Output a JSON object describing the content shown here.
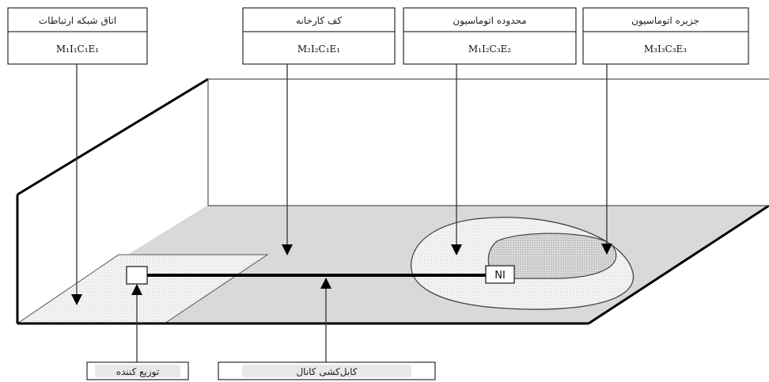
{
  "zones": [
    {
      "title": "اتاق شبکه ارتباطات",
      "code": "M₁I₁C₁E₁"
    },
    {
      "title": "کف کارخانه",
      "code": "M₂I₂C₁E₁"
    },
    {
      "title": "محدوده اتوماسیون",
      "code": "M₁I₂C₃E₂"
    },
    {
      "title": "جزیره اتوماسیون",
      "code": "M₃I₃C₃E₃"
    }
  ],
  "bottom_labels": {
    "distributor": "توزیع کننده",
    "cabling": "کابل‌کشی کانال"
  },
  "ni_label": "NI"
}
